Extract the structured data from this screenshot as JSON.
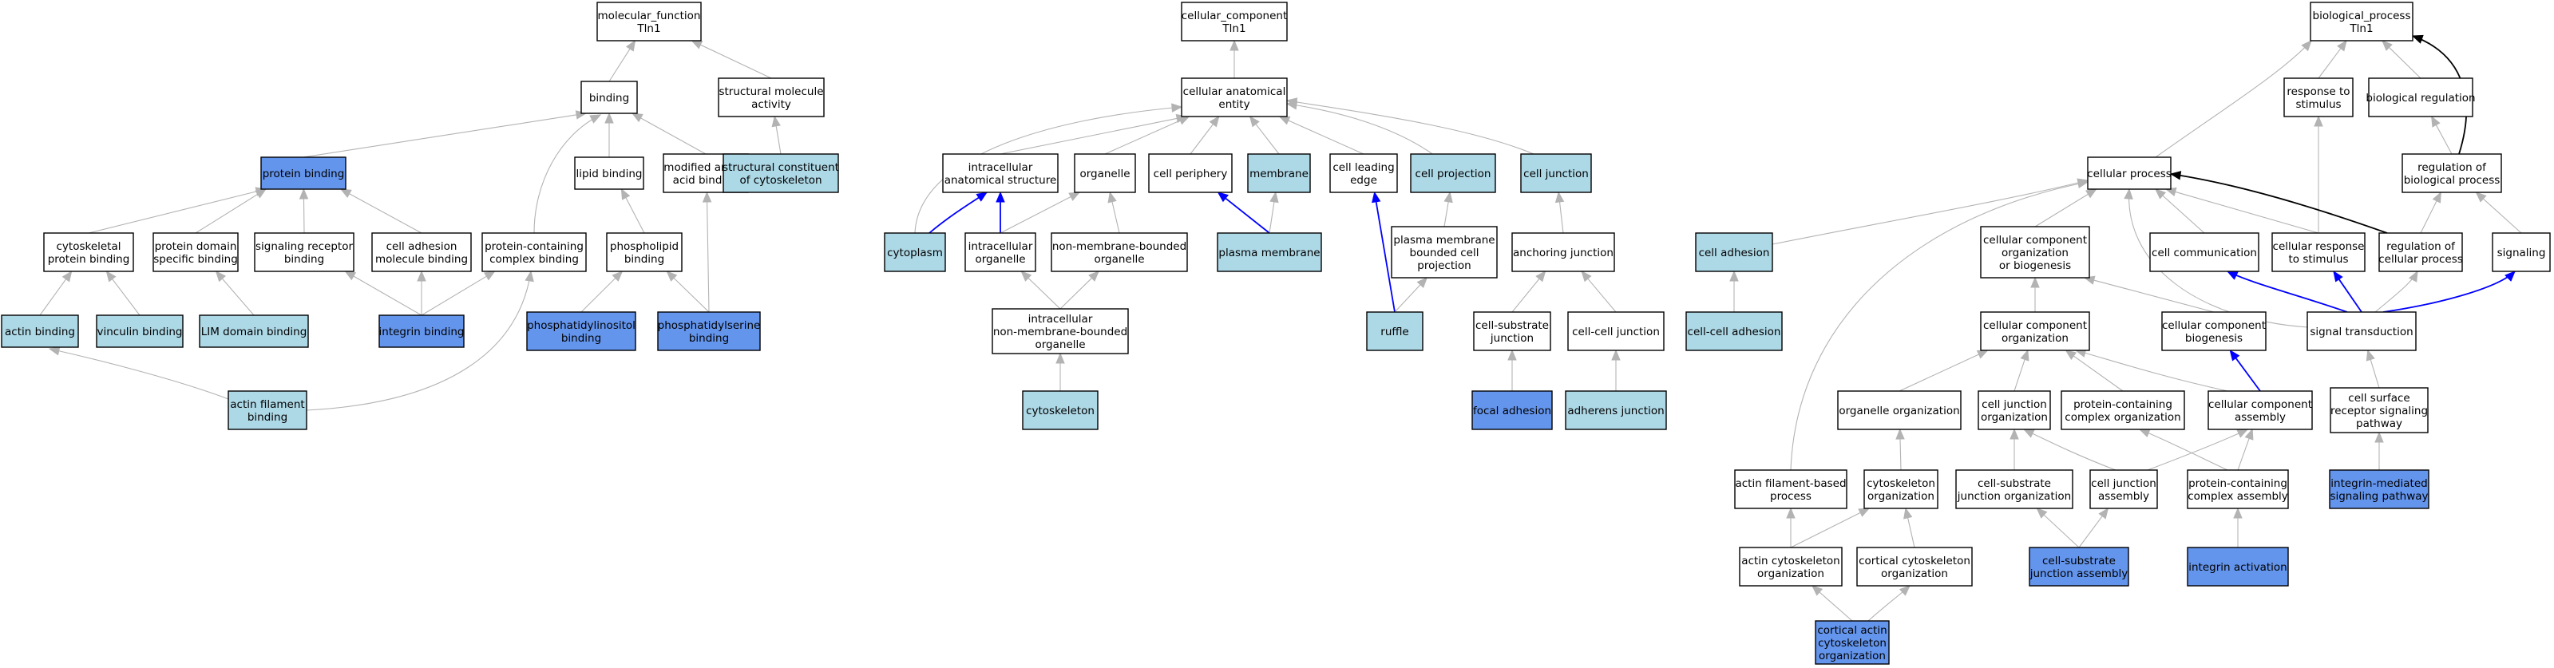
{
  "colors": {
    "plain": "#ffffff",
    "light": "#add8e6",
    "dark": "#6495ed",
    "edge_is_a": "#b3b3b3",
    "edge_part_of": "#0000ff",
    "edge_regulates": "#000000"
  },
  "nodes": {
    "mf_root": {
      "lines": [
        "molecular_function",
        "Tln1"
      ],
      "fill": "plain"
    },
    "binding": {
      "lines": [
        "binding"
      ],
      "fill": "plain"
    },
    "struct_mol_act": {
      "lines": [
        "structural molecule",
        "activity"
      ],
      "fill": "plain"
    },
    "protein_binding": {
      "lines": [
        "protein binding"
      ],
      "fill": "dark"
    },
    "lipid_binding": {
      "lines": [
        "lipid binding"
      ],
      "fill": "plain"
    },
    "mod_aa_binding": {
      "lines": [
        "modified amino",
        "acid binding"
      ],
      "fill": "plain"
    },
    "struct_const_cytoskel": {
      "lines": [
        "structural constituent",
        "of cytoskeleton"
      ],
      "fill": "light"
    },
    "cytoskel_protein_binding": {
      "lines": [
        "cytoskeletal",
        "protein binding"
      ],
      "fill": "plain"
    },
    "protein_domain_binding": {
      "lines": [
        "protein domain",
        "specific binding"
      ],
      "fill": "plain"
    },
    "signaling_receptor_binding": {
      "lines": [
        "signaling receptor",
        "binding"
      ],
      "fill": "plain"
    },
    "cell_adh_mol_binding": {
      "lines": [
        "cell adhesion",
        "molecule binding"
      ],
      "fill": "plain"
    },
    "protein_complex_binding": {
      "lines": [
        "protein-containing",
        "complex binding"
      ],
      "fill": "plain"
    },
    "phospholipid_binding": {
      "lines": [
        "phospholipid",
        "binding"
      ],
      "fill": "plain"
    },
    "actin_binding": {
      "lines": [
        "actin binding"
      ],
      "fill": "light"
    },
    "vinculin_binding": {
      "lines": [
        "vinculin binding"
      ],
      "fill": "light"
    },
    "lim_domain_binding": {
      "lines": [
        "LIM domain binding"
      ],
      "fill": "light"
    },
    "integrin_binding": {
      "lines": [
        "integrin binding"
      ],
      "fill": "dark"
    },
    "pi_binding": {
      "lines": [
        "phosphatidylinositol",
        "binding"
      ],
      "fill": "dark"
    },
    "ps_binding": {
      "lines": [
        "phosphatidylserine",
        "binding"
      ],
      "fill": "dark"
    },
    "actin_filament_binding": {
      "lines": [
        "actin filament",
        "binding"
      ],
      "fill": "light"
    },
    "cc_root": {
      "lines": [
        "cellular_component",
        "Tln1"
      ],
      "fill": "plain"
    },
    "cell_anat_entity": {
      "lines": [
        "cellular anatomical",
        "entity"
      ],
      "fill": "plain"
    },
    "intracell_anat_struct": {
      "lines": [
        "intracellular",
        "anatomical structure"
      ],
      "fill": "plain"
    },
    "organelle": {
      "lines": [
        "organelle"
      ],
      "fill": "plain"
    },
    "cell_periphery": {
      "lines": [
        "cell periphery"
      ],
      "fill": "plain"
    },
    "membrane": {
      "lines": [
        "membrane"
      ],
      "fill": "light"
    },
    "cell_leading_edge": {
      "lines": [
        "cell leading",
        "edge"
      ],
      "fill": "plain"
    },
    "cell_projection": {
      "lines": [
        "cell projection"
      ],
      "fill": "light"
    },
    "cell_junction": {
      "lines": [
        "cell junction"
      ],
      "fill": "light"
    },
    "cytoplasm": {
      "lines": [
        "cytoplasm"
      ],
      "fill": "light"
    },
    "intracell_organelle": {
      "lines": [
        "intracellular",
        "organelle"
      ],
      "fill": "plain"
    },
    "nonmem_organelle": {
      "lines": [
        "non-membrane-bounded",
        "organelle"
      ],
      "fill": "plain"
    },
    "plasma_membrane": {
      "lines": [
        "plasma membrane"
      ],
      "fill": "light"
    },
    "pm_bounded_projection": {
      "lines": [
        "plasma membrane",
        "bounded cell",
        "projection"
      ],
      "fill": "plain"
    },
    "anchoring_junction": {
      "lines": [
        "anchoring junction"
      ],
      "fill": "plain"
    },
    "intracell_nonmem_organelle": {
      "lines": [
        "intracellular",
        "non-membrane-bounded",
        "organelle"
      ],
      "fill": "plain"
    },
    "ruffle": {
      "lines": [
        "ruffle"
      ],
      "fill": "light"
    },
    "cell_substrate_junction": {
      "lines": [
        "cell-substrate",
        "junction"
      ],
      "fill": "plain"
    },
    "cell_cell_junction": {
      "lines": [
        "cell-cell junction"
      ],
      "fill": "plain"
    },
    "cytoskeleton": {
      "lines": [
        "cytoskeleton"
      ],
      "fill": "light"
    },
    "focal_adhesion": {
      "lines": [
        "focal adhesion"
      ],
      "fill": "dark"
    },
    "adherens_junction": {
      "lines": [
        "adherens junction"
      ],
      "fill": "light"
    },
    "bp_root": {
      "lines": [
        "biological_process",
        "Tln1"
      ],
      "fill": "plain"
    },
    "response_to_stimulus": {
      "lines": [
        "response to",
        "stimulus"
      ],
      "fill": "plain"
    },
    "biological_regulation": {
      "lines": [
        "biological regulation"
      ],
      "fill": "plain"
    },
    "cellular_process": {
      "lines": [
        "cellular process"
      ],
      "fill": "plain"
    },
    "reg_bio_process": {
      "lines": [
        "regulation of",
        "biological process"
      ],
      "fill": "plain"
    },
    "cell_adhesion": {
      "lines": [
        "cell adhesion"
      ],
      "fill": "light"
    },
    "cc_org_biogenesis": {
      "lines": [
        "cellular component",
        "organization",
        "or biogenesis"
      ],
      "fill": "plain"
    },
    "cell_communication": {
      "lines": [
        "cell communication"
      ],
      "fill": "plain"
    },
    "cell_response_stimulus": {
      "lines": [
        "cellular response",
        "to stimulus"
      ],
      "fill": "plain"
    },
    "reg_cell_process": {
      "lines": [
        "regulation of",
        "cellular process"
      ],
      "fill": "plain"
    },
    "signaling": {
      "lines": [
        "signaling"
      ],
      "fill": "plain"
    },
    "cell_cell_adhesion": {
      "lines": [
        "cell-cell adhesion"
      ],
      "fill": "light"
    },
    "cc_organization": {
      "lines": [
        "cellular component",
        "organization"
      ],
      "fill": "plain"
    },
    "cc_biogenesis": {
      "lines": [
        "cellular component",
        "biogenesis"
      ],
      "fill": "plain"
    },
    "signal_transduction": {
      "lines": [
        "signal transduction"
      ],
      "fill": "plain"
    },
    "organelle_org": {
      "lines": [
        "organelle organization"
      ],
      "fill": "plain"
    },
    "cell_junction_org": {
      "lines": [
        "cell junction",
        "organization"
      ],
      "fill": "plain"
    },
    "protein_complex_org": {
      "lines": [
        "protein-containing",
        "complex organization"
      ],
      "fill": "plain"
    },
    "cc_assembly": {
      "lines": [
        "cellular component",
        "assembly"
      ],
      "fill": "plain"
    },
    "cell_surface_receptor_path": {
      "lines": [
        "cell surface",
        "receptor signaling",
        "pathway"
      ],
      "fill": "plain"
    },
    "actin_filament_process": {
      "lines": [
        "actin filament-based",
        "process"
      ],
      "fill": "plain"
    },
    "cytoskeleton_org": {
      "lines": [
        "cytoskeleton",
        "organization"
      ],
      "fill": "plain"
    },
    "cell_substrate_junction_org": {
      "lines": [
        "cell-substrate",
        "junction organization"
      ],
      "fill": "plain"
    },
    "cell_junction_assembly": {
      "lines": [
        "cell junction",
        "assembly"
      ],
      "fill": "plain"
    },
    "protein_complex_assembly": {
      "lines": [
        "protein-containing",
        "complex assembly"
      ],
      "fill": "plain"
    },
    "integrin_signaling_pathway": {
      "lines": [
        "integrin-mediated",
        "signaling pathway"
      ],
      "fill": "dark"
    },
    "actin_cytoskel_org": {
      "lines": [
        "actin cytoskeleton",
        "organization"
      ],
      "fill": "plain"
    },
    "cortical_cytoskel_org": {
      "lines": [
        "cortical cytoskeleton",
        "organization"
      ],
      "fill": "plain"
    },
    "cell_substrate_junction_assembly": {
      "lines": [
        "cell-substrate",
        "junction assembly"
      ],
      "fill": "dark"
    },
    "integrin_activation": {
      "lines": [
        "integrin activation"
      ],
      "fill": "dark"
    },
    "cortical_actin_cytoskel_org": {
      "lines": [
        "cortical actin",
        "cytoskeleton",
        "organization"
      ],
      "fill": "dark"
    }
  },
  "edges": [
    [
      "binding",
      "mf_root",
      "is_a"
    ],
    [
      "struct_mol_act",
      "mf_root",
      "is_a"
    ],
    [
      "protein_binding",
      "binding",
      "is_a"
    ],
    [
      "lipid_binding",
      "binding",
      "is_a"
    ],
    [
      "mod_aa_binding",
      "binding",
      "is_a"
    ],
    [
      "protein_complex_binding",
      "binding",
      "is_a"
    ],
    [
      "struct_const_cytoskel",
      "struct_mol_act",
      "is_a"
    ],
    [
      "cytoskel_protein_binding",
      "protein_binding",
      "is_a"
    ],
    [
      "protein_domain_binding",
      "protein_binding",
      "is_a"
    ],
    [
      "signaling_receptor_binding",
      "protein_binding",
      "is_a"
    ],
    [
      "cell_adh_mol_binding",
      "protein_binding",
      "is_a"
    ],
    [
      "phospholipid_binding",
      "lipid_binding",
      "is_a"
    ],
    [
      "actin_binding",
      "cytoskel_protein_binding",
      "is_a"
    ],
    [
      "vinculin_binding",
      "cytoskel_protein_binding",
      "is_a"
    ],
    [
      "lim_domain_binding",
      "protein_domain_binding",
      "is_a"
    ],
    [
      "integrin_binding",
      "signaling_receptor_binding",
      "is_a"
    ],
    [
      "integrin_binding",
      "cell_adh_mol_binding",
      "is_a"
    ],
    [
      "integrin_binding",
      "protein_complex_binding",
      "is_a"
    ],
    [
      "pi_binding",
      "phospholipid_binding",
      "is_a"
    ],
    [
      "ps_binding",
      "phospholipid_binding",
      "is_a"
    ],
    [
      "ps_binding",
      "mod_aa_binding",
      "is_a"
    ],
    [
      "actin_filament_binding",
      "actin_binding",
      "is_a"
    ],
    [
      "actin_filament_binding",
      "protein_complex_binding",
      "is_a"
    ],
    [
      "cell_anat_entity",
      "cc_root",
      "is_a"
    ],
    [
      "intracell_anat_struct",
      "cell_anat_entity",
      "is_a"
    ],
    [
      "organelle",
      "cell_anat_entity",
      "is_a"
    ],
    [
      "cell_periphery",
      "cell_anat_entity",
      "is_a"
    ],
    [
      "membrane",
      "cell_anat_entity",
      "is_a"
    ],
    [
      "cell_leading_edge",
      "cell_anat_entity",
      "is_a"
    ],
    [
      "cell_projection",
      "cell_anat_entity",
      "is_a"
    ],
    [
      "cell_junction",
      "cell_anat_entity",
      "is_a"
    ],
    [
      "cytoplasm",
      "cell_anat_entity",
      "is_a"
    ],
    [
      "cytoplasm",
      "intracell_anat_struct",
      "part_of"
    ],
    [
      "intracell_organelle",
      "intracell_anat_struct",
      "part_of"
    ],
    [
      "intracell_organelle",
      "organelle",
      "is_a"
    ],
    [
      "nonmem_organelle",
      "organelle",
      "is_a"
    ],
    [
      "plasma_membrane",
      "cell_periphery",
      "part_of"
    ],
    [
      "plasma_membrane",
      "membrane",
      "is_a"
    ],
    [
      "pm_bounded_projection",
      "cell_projection",
      "is_a"
    ],
    [
      "anchoring_junction",
      "cell_junction",
      "is_a"
    ],
    [
      "intracell_nonmem_organelle",
      "intracell_organelle",
      "is_a"
    ],
    [
      "intracell_nonmem_organelle",
      "nonmem_organelle",
      "is_a"
    ],
    [
      "ruffle",
      "cell_leading_edge",
      "part_of"
    ],
    [
      "ruffle",
      "pm_bounded_projection",
      "is_a"
    ],
    [
      "cell_substrate_junction",
      "anchoring_junction",
      "is_a"
    ],
    [
      "cell_cell_junction",
      "anchoring_junction",
      "is_a"
    ],
    [
      "cytoskeleton",
      "intracell_nonmem_organelle",
      "is_a"
    ],
    [
      "focal_adhesion",
      "cell_substrate_junction",
      "is_a"
    ],
    [
      "adherens_junction",
      "cell_cell_junction",
      "is_a"
    ],
    [
      "response_to_stimulus",
      "bp_root",
      "is_a"
    ],
    [
      "biological_regulation",
      "bp_root",
      "is_a"
    ],
    [
      "cellular_process",
      "bp_root",
      "is_a"
    ],
    [
      "reg_bio_process",
      "bp_root",
      "regulates"
    ],
    [
      "reg_bio_process",
      "biological_regulation",
      "is_a"
    ],
    [
      "cell_adhesion",
      "cellular_process",
      "is_a"
    ],
    [
      "cc_org_biogenesis",
      "cellular_process",
      "is_a"
    ],
    [
      "cell_communication",
      "cellular_process",
      "is_a"
    ],
    [
      "cell_response_stimulus",
      "cellular_process",
      "is_a"
    ],
    [
      "cell_response_stimulus",
      "response_to_stimulus",
      "is_a"
    ],
    [
      "reg_cell_process",
      "cellular_process",
      "regulates"
    ],
    [
      "reg_cell_process",
      "reg_bio_process",
      "is_a"
    ],
    [
      "signaling",
      "reg_bio_process",
      "is_a"
    ],
    [
      "cell_cell_adhesion",
      "cell_adhesion",
      "is_a"
    ],
    [
      "cc_organization",
      "cc_org_biogenesis",
      "is_a"
    ],
    [
      "cc_biogenesis",
      "cc_org_biogenesis",
      "is_a"
    ],
    [
      "signal_transduction",
      "cell_communication",
      "part_of"
    ],
    [
      "signal_transduction",
      "cell_response_stimulus",
      "part_of"
    ],
    [
      "signal_transduction",
      "signaling",
      "part_of"
    ],
    [
      "signal_transduction",
      "reg_cell_process",
      "is_a"
    ],
    [
      "signal_transduction",
      "cellular_process",
      "is_a"
    ],
    [
      "organelle_org",
      "cc_organization",
      "is_a"
    ],
    [
      "cell_junction_org",
      "cc_organization",
      "is_a"
    ],
    [
      "protein_complex_org",
      "cc_organization",
      "is_a"
    ],
    [
      "cc_assembly",
      "cc_organization",
      "is_a"
    ],
    [
      "cc_assembly",
      "cc_biogenesis",
      "part_of"
    ],
    [
      "cell_surface_receptor_path",
      "signal_transduction",
      "is_a"
    ],
    [
      "actin_filament_process",
      "cellular_process",
      "is_a"
    ],
    [
      "cytoskeleton_org",
      "organelle_org",
      "is_a"
    ],
    [
      "cell_substrate_junction_org",
      "cell_junction_org",
      "is_a"
    ],
    [
      "cell_junction_assembly",
      "cell_junction_org",
      "is_a"
    ],
    [
      "cell_junction_assembly",
      "cc_assembly",
      "is_a"
    ],
    [
      "protein_complex_assembly",
      "protein_complex_org",
      "is_a"
    ],
    [
      "protein_complex_assembly",
      "cc_assembly",
      "is_a"
    ],
    [
      "integrin_signaling_pathway",
      "cell_surface_receptor_path",
      "is_a"
    ],
    [
      "actin_cytoskel_org",
      "actin_filament_process",
      "is_a"
    ],
    [
      "actin_cytoskel_org",
      "cytoskeleton_org",
      "is_a"
    ],
    [
      "cortical_cytoskel_org",
      "cytoskeleton_org",
      "is_a"
    ],
    [
      "cell_substrate_junction_assembly",
      "cell_substrate_junction_org",
      "is_a"
    ],
    [
      "cell_substrate_junction_assembly",
      "cell_junction_assembly",
      "is_a"
    ],
    [
      "integrin_activation",
      "protein_complex_assembly",
      "is_a"
    ],
    [
      "cortical_actin_cytoskel_org",
      "actin_cytoskel_org",
      "is_a"
    ],
    [
      "cortical_actin_cytoskel_org",
      "cortical_cytoskel_org",
      "is_a"
    ]
  ]
}
